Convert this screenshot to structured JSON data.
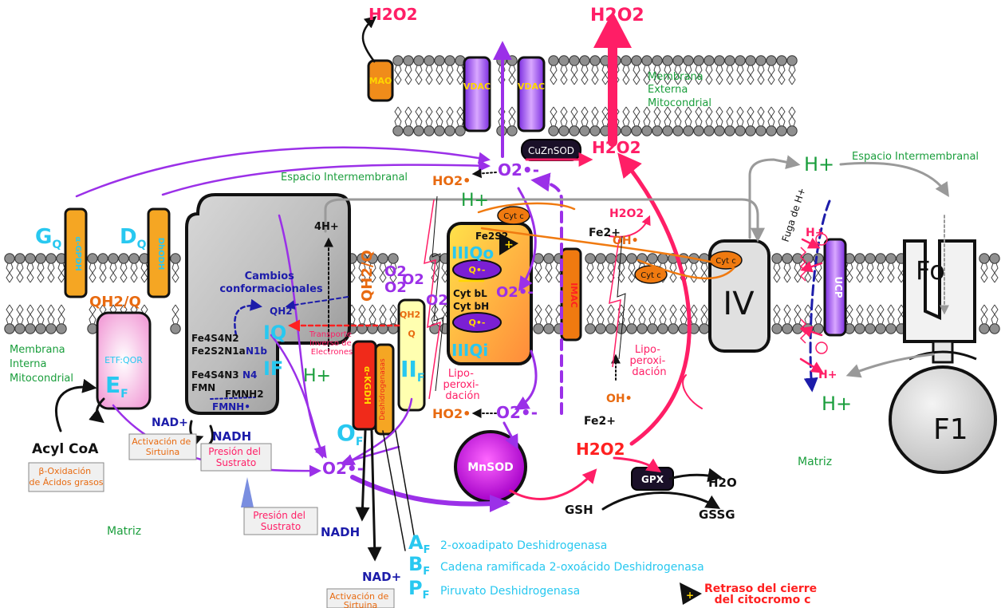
{
  "labels": {
    "h2o2_top_left": "H2O2",
    "h2o2_top_right": "H2O2",
    "mao": "MAO",
    "vdac1": "VDAC",
    "vdac2": "VDAC",
    "cuznsod": "CuZnSOD",
    "h2o2_mid": "H2O2",
    "outer_membrane": [
      "Membrana",
      "Externa",
      "Mitocondrial"
    ],
    "intermembrane_top": "Espacio Intermembranal",
    "intermembrane_right": "Espacio Intermembranal",
    "inner_membrane": [
      "Membrana",
      "Interna",
      "Mitocondrial"
    ],
    "matrix_left": "Matriz",
    "matrix_right": "Matriz",
    "gq": "G",
    "gq_sub": "Q",
    "dq": "D",
    "dq_sub": "Q",
    "gpdh": "α-GPDH",
    "dhodh": "DhODH",
    "qh2q_left": "QH2/Q",
    "etf_qor": "ETF:QOR",
    "ef": "E",
    "ef_sub": "F",
    "complex_i_4h": "4H+",
    "cambios": [
      "Cambios",
      "conformacionales"
    ],
    "transporte": [
      "Transporte",
      "Inverso de",
      "Electrones"
    ],
    "qh2_ci": "QH2",
    "iq": "IQ",
    "if": "IF",
    "fe4s4_n2": "Fe4S4N2",
    "fe2s2_n1a": "Fe2S2N1a",
    "n1b": "N1b",
    "fe4s4_n3": "Fe4S4N3",
    "n4": "N4",
    "fmn": "FMN",
    "fmnh2": "FMNH2",
    "fmnh": "FMNH•",
    "nad_plus_left": "NAD+",
    "nadh_left": "NADH",
    "activacion_sirtuina": [
      "Activación de",
      "Sirtuina"
    ],
    "presion_sustrato_1": [
      "Presión del",
      "Sustrato"
    ],
    "presion_sustrato_2": [
      "Presión del",
      "Sustrato"
    ],
    "acyl_coa": "Acyl CoA",
    "beta_ox": [
      "β-Oxidación",
      "de Ácidos grasos"
    ],
    "h_plus_ci": "H+",
    "qh2q_mid": "QH2/Q",
    "qh2q_cii": [
      "QH2",
      "Q"
    ],
    "iif": "II",
    "iif_sub": "F",
    "akgdh": "α-KGDH",
    "deshidrogenasas": "Deshidrogenasas",
    "of": "O",
    "of_sub": "F",
    "o2_radical_bottom": "O2•-",
    "nadh_bottom": "NADH",
    "nad_plus_bottom": "NAD+",
    "activacion_sirtuina_2": [
      "Activación de",
      "Sirtuina"
    ],
    "lipo_left": [
      "Lipo-",
      "peroxi-",
      "dación"
    ],
    "lipo_right": [
      "Lipo-",
      "peroxi-",
      "dación"
    ],
    "ho2_top": "HO2•",
    "o2_top": "O2•-",
    "h_plus_top": "H+",
    "cyt_c": "Cyt c",
    "fe2s2": "Fe2S2",
    "iii_qo": "IIIQo",
    "q_radical": "Q•-",
    "cyt_bl": "Cyt bL",
    "cyt_bh": "Cyt bH",
    "iii_qi": "IIIQi",
    "o2_iii": "O2•-",
    "o2_chain": [
      "O2",
      "O2",
      "O2",
      "O2"
    ],
    "imac": "IMAC",
    "ho2_bottom": "HO2•",
    "o2_mid": "O2•-",
    "mnsod": "MnSOD",
    "fe2_top": "Fe2+",
    "h2o2_small": "H2O2",
    "oh_top": "OH•",
    "fe2_bottom": "Fe2+",
    "oh_bottom": "OH•",
    "h2o2_bottom": "H2O2",
    "gpx": "GPX",
    "h2o": "H2O",
    "gsh": "GSH",
    "gssg": "GSSG",
    "complex_iv": "IV",
    "cyt_c_iv": "Cyt c",
    "cyt_c_small": "Cyt c",
    "h_plus_right": "H+",
    "fuga": "Fuga de H+",
    "ucp": "UCP",
    "h_plus_leak_top": "H+",
    "h_plus_leak_bottom": "H+",
    "h_plus_matrix": "H+",
    "fo": "Fo",
    "f1": "F1"
  },
  "legend": [
    {
      "letter": "A",
      "sub": "F",
      "text": "2-oxoadipato Deshidrogenasa"
    },
    {
      "letter": "B",
      "sub": "F",
      "text": "Cadena ramificada 2-oxoácido Deshidrogenasa"
    },
    {
      "letter": "P",
      "sub": "F",
      "text": "Piruvato Deshidrogenasa"
    }
  ],
  "retraso": [
    "Retraso del cierre",
    "del citocromo c"
  ],
  "colors": {
    "purple": "#9b30e8",
    "pink": "#ff1e66",
    "green": "#1a9e3c",
    "cyan": "#28c8f0",
    "navy": "#1c1caa",
    "orange": "#e86a10",
    "red": "#ff2020",
    "gray": "#9a9a9a"
  }
}
